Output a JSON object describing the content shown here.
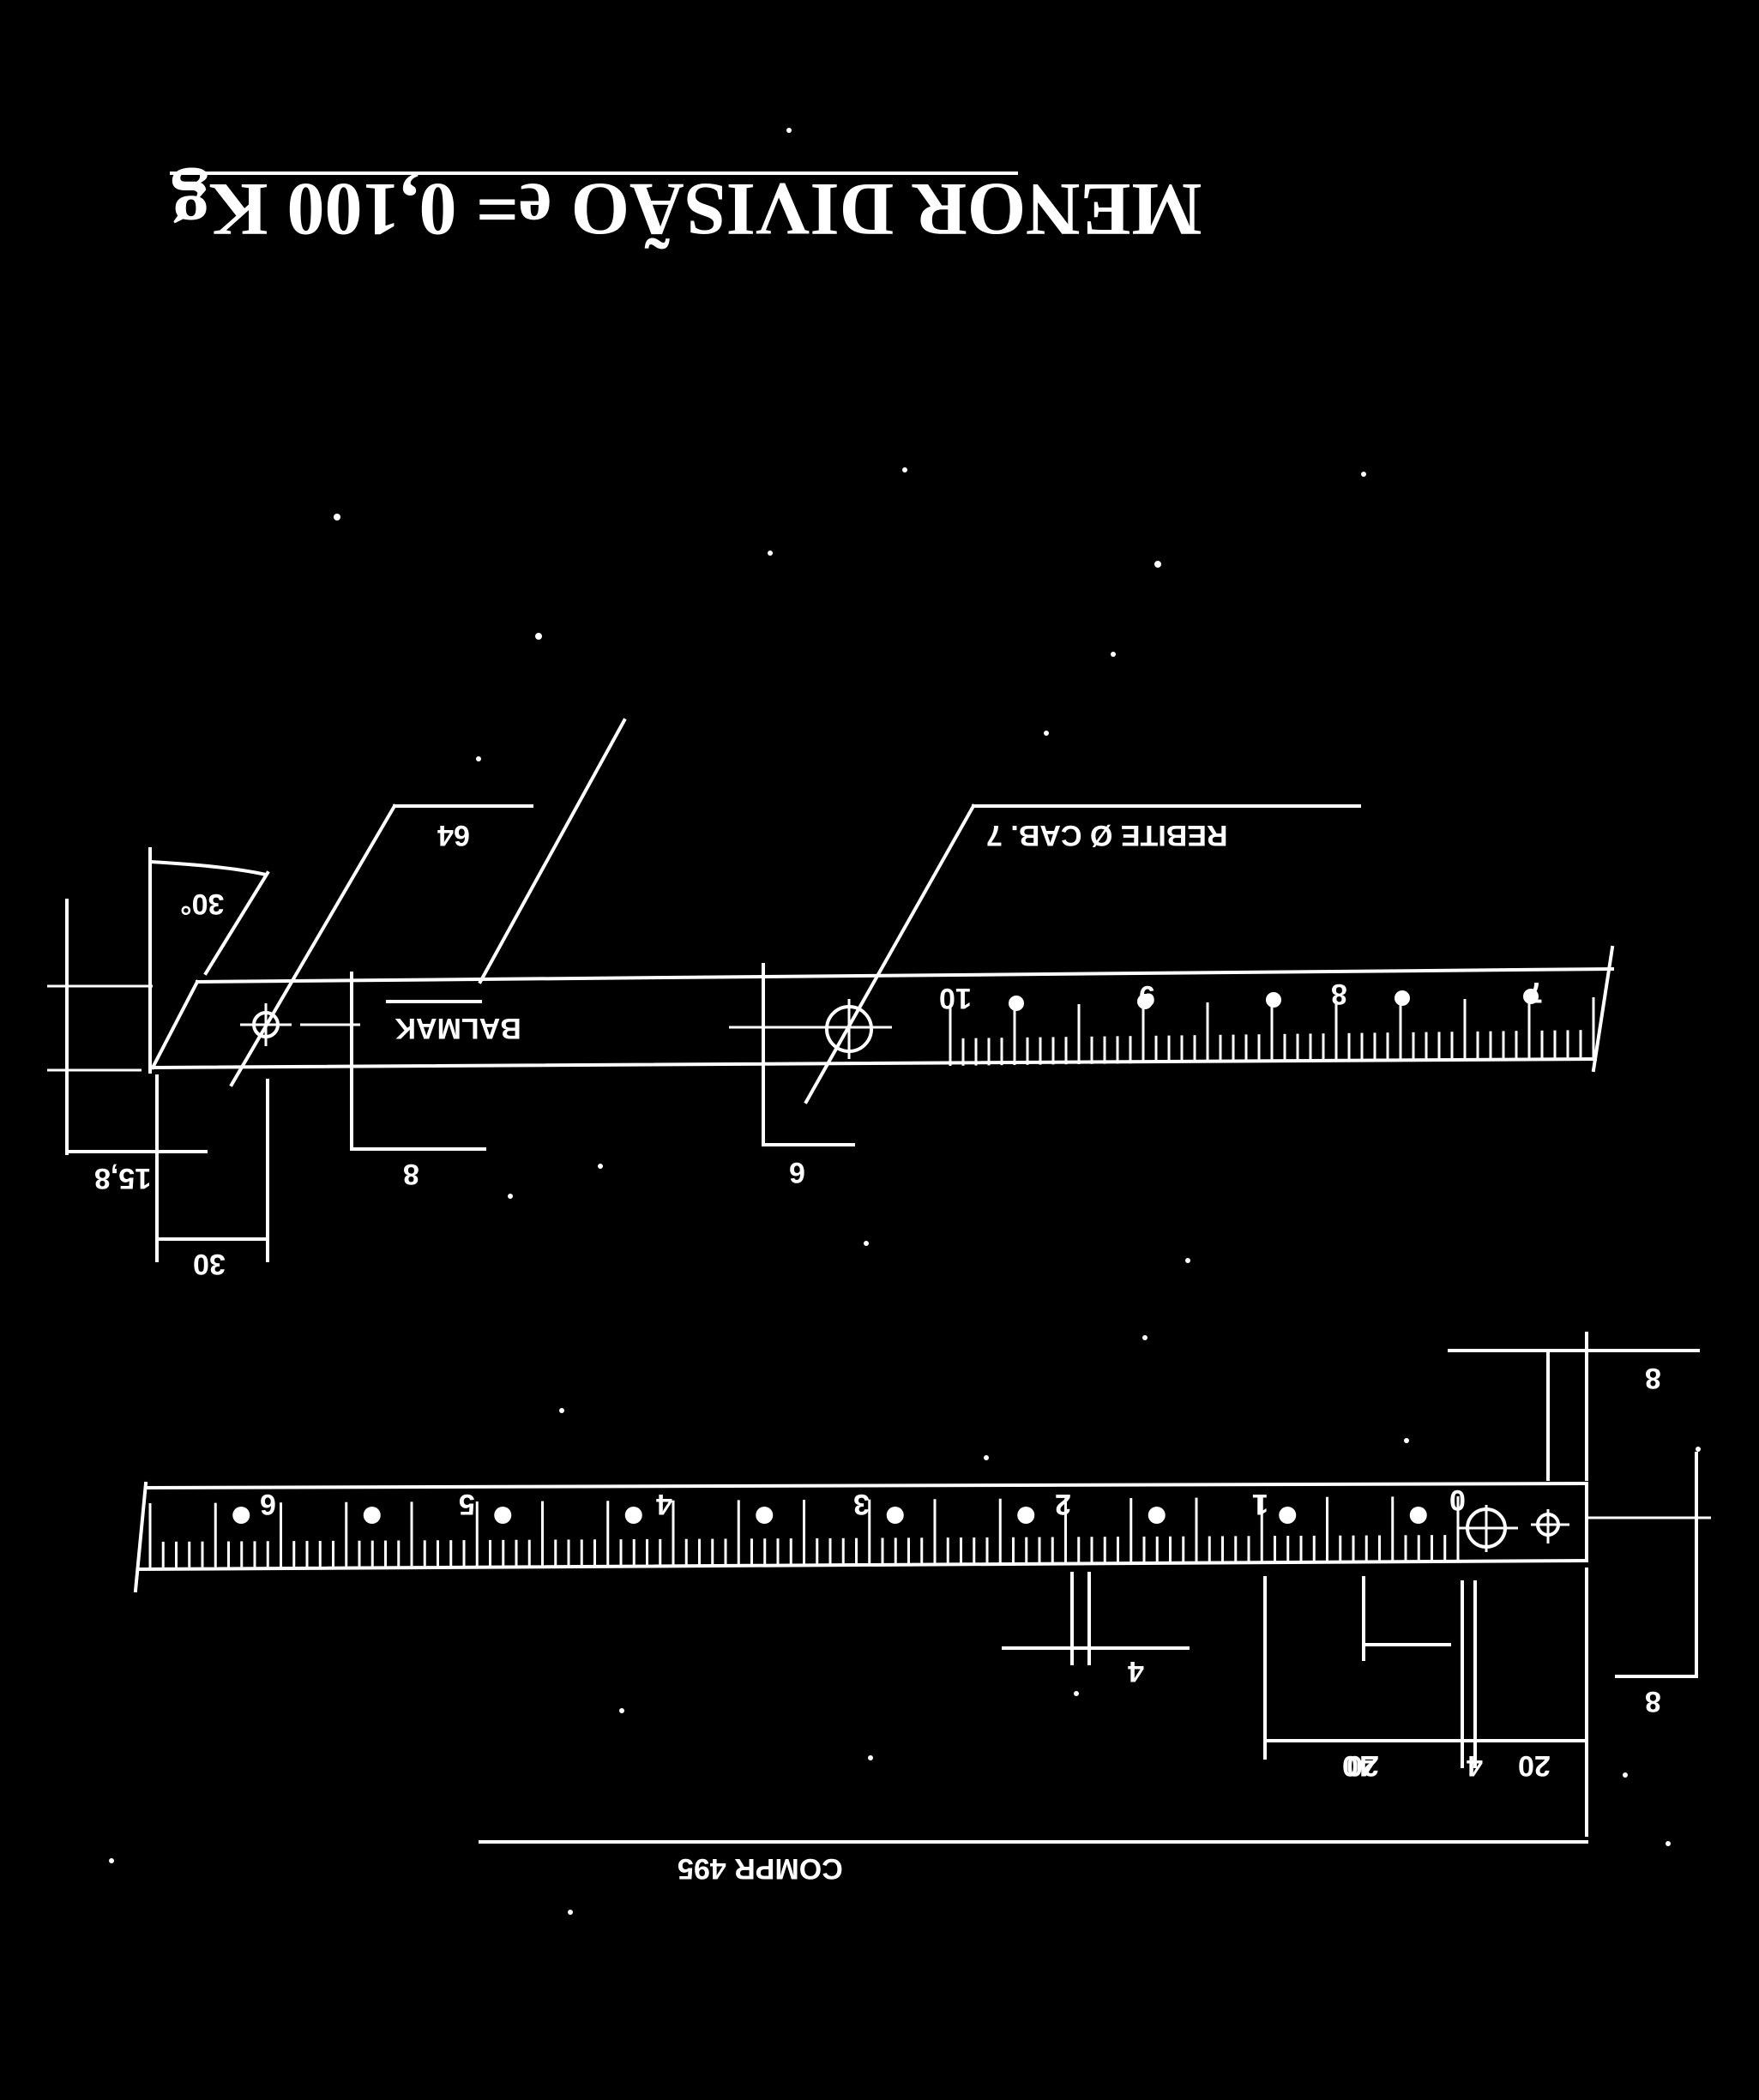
{
  "title": "MENOR DIVISÃO e= 0,100 Kg",
  "part1": {
    "label_balmak": "BALMAK",
    "label_rivet": "REBITE Ø CAB. 7",
    "dim_angle": "30°",
    "dim_64": "64",
    "dim_158": "15,8",
    "dim_30": "30",
    "dim_8": "8",
    "dim_6": "6",
    "scale_numbers": [
      "10",
      "9",
      "8",
      "7"
    ]
  },
  "part2": {
    "scale_numbers": [
      "0",
      "1",
      "2",
      "3",
      "4",
      "5",
      "6"
    ],
    "dim_8_top": "8",
    "dim_8_bottom": "8",
    "dim_4": "4",
    "dim_20_inner": "20",
    "dim_40": "40",
    "dim_4b": "4",
    "dim_20": "20",
    "comp": "COMPR 495"
  }
}
